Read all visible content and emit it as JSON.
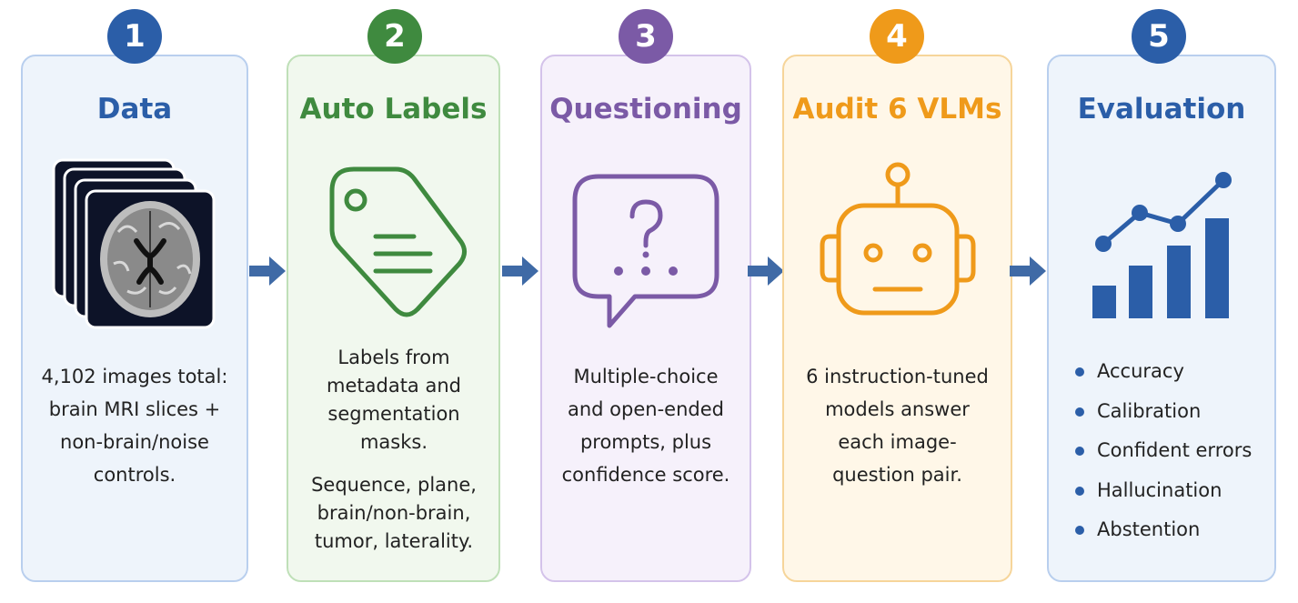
{
  "steps": [
    {
      "number": "1",
      "title": "Data",
      "desc": "4,102 images total: brain MRI slices + non-brain/noise controls.",
      "color": "#2b5ea8",
      "bg": "#eef4fb",
      "border": "#b9cfee"
    },
    {
      "number": "2",
      "title": "Auto Labels",
      "desc": "Labels from metadata and segmentation masks.",
      "desc2": "Sequence, plane, brain/non-brain, tumor, laterality.",
      "color": "#3f8a3f",
      "bg": "#f1f8ee",
      "border": "#bfe0b8"
    },
    {
      "number": "3",
      "title": "Questioning",
      "desc": "Multiple-choice and open-ended prompts, plus confidence score.",
      "color": "#7b5aa6",
      "bg": "#f6f1fb",
      "border": "#d4c3ea"
    },
    {
      "number": "4",
      "title": "Audit 6 VLMs",
      "desc": "6 instruction-tuned models answer each image-question pair.",
      "color": "#ef9a1a",
      "bg": "#fff7e8",
      "border": "#f6d59a"
    },
    {
      "number": "5",
      "title": "Evaluation",
      "color": "#2b5ea8",
      "bg": "#eef4fb",
      "border": "#b9cfee",
      "bullets": [
        "Accuracy",
        "Calibration",
        "Confident errors",
        "Hallucination",
        "Abstention"
      ]
    }
  ],
  "arrow_color": "#3f6aa6"
}
